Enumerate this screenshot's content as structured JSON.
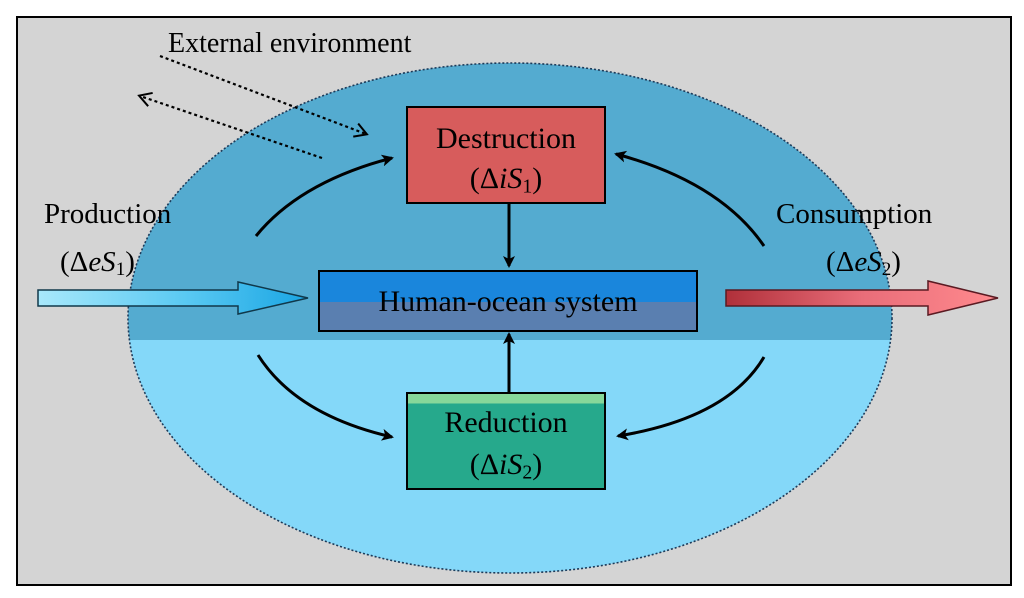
{
  "diagram": {
    "external_label": "External environment",
    "production": {
      "label": "Production",
      "formula": "(ΔeS1)"
    },
    "consumption": {
      "label": "Consumption",
      "formula": "(ΔeS2)"
    },
    "destruction": {
      "label": "Destruction",
      "formula": "(ΔiS1)"
    },
    "reduction": {
      "label": "Reduction",
      "formula": "(ΔiS2)"
    },
    "system": {
      "label": "Human-ocean system"
    },
    "colors": {
      "background": "#d4d4d4",
      "ellipse_upper": "#54abd0",
      "ellipse_lower": "#84d8f9",
      "destruction_box": "#d75c5c",
      "reduction_box": "#26a98c",
      "reduction_stripe": "#87d89a",
      "system_top": "#1a86dc",
      "system_bottom": "#5a7fb0",
      "production_arrow": "#2fb6ea",
      "consumption_arrow": "#f07b86"
    }
  }
}
